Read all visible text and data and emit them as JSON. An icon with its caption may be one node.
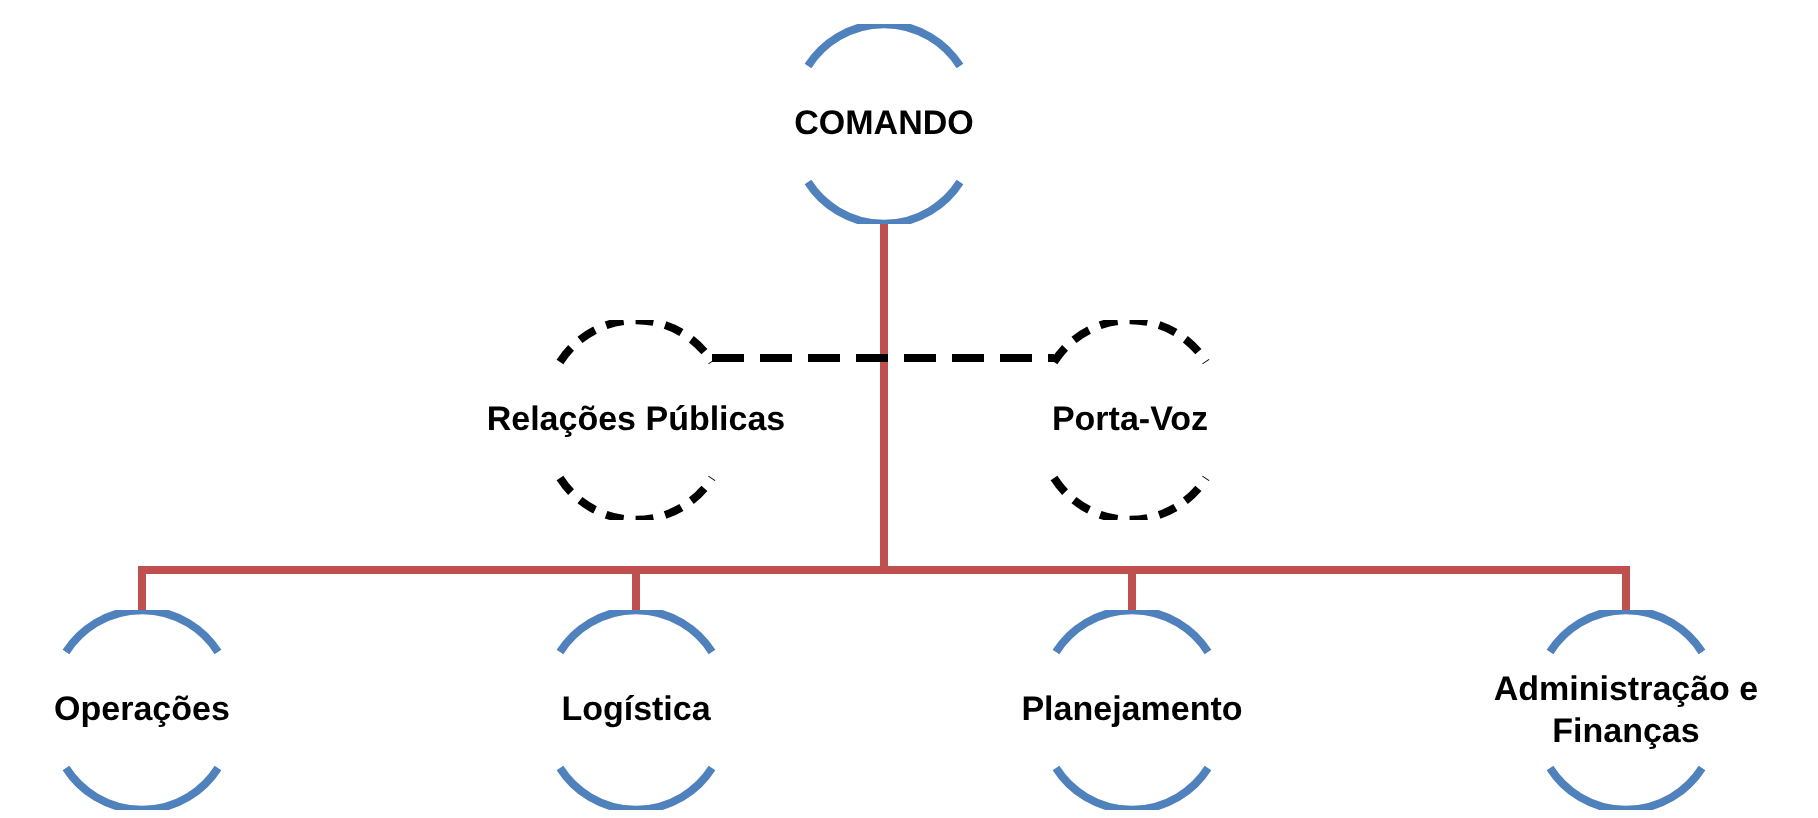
{
  "diagram": {
    "nodes": [
      {
        "text": [
          "COMANDO"
        ]
      },
      {
        "text": [
          "Relações Públicas"
        ]
      },
      {
        "text": [
          "Porta-Voz"
        ]
      },
      {
        "text": [
          "Operações"
        ]
      },
      {
        "text": [
          "Logística"
        ]
      },
      {
        "text": [
          "Planejamento"
        ]
      },
      {
        "text": [
          "Administração e Finanças"
        ]
      }
    ],
    "edges": [
      {
        "from": 0,
        "to": 3,
        "arrow": "none"
      },
      {
        "from": 0,
        "to": 4,
        "arrow": "none"
      },
      {
        "from": 0,
        "to": 5,
        "arrow": "none"
      },
      {
        "from": 0,
        "to": 6,
        "arrow": "none"
      },
      {
        "from": 1,
        "to": 2,
        "arrow": "none",
        "style": "dashed",
        "color": "#000000"
      }
    ]
  }
}
